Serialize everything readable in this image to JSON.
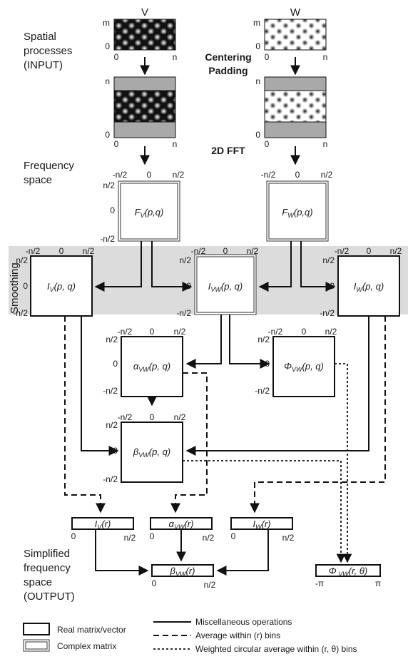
{
  "top": {
    "label_v": "V",
    "label_w": "W"
  },
  "sections": {
    "spatial_1": "Spatial",
    "spatial_2": "processes",
    "spatial_3": "(INPUT)",
    "frequency_1": "Frequency",
    "frequency_2": "space",
    "smoothing": "Smoothing",
    "simplified_1": "Simplified",
    "simplified_2": "frequency",
    "simplified_3": "space",
    "simplified_4": "(OUTPUT)"
  },
  "steps": {
    "centering": "Centering",
    "padding": "Padding",
    "fft": "2D FFT"
  },
  "axes": {
    "m": "m",
    "n": "n",
    "zero": "0",
    "neg_half": "-n/2",
    "pos_half": "n/2",
    "neg_pi": "-π",
    "pos_pi": "π"
  },
  "boxes": {
    "fv": {
      "main": "F",
      "sub": "V",
      "args": "(p,q)"
    },
    "fw": {
      "main": "F",
      "sub": "W",
      "args": "(p,q)"
    },
    "iv": {
      "main": "I",
      "sub": "V",
      "args": "(p, q)"
    },
    "ivw": {
      "main": "I",
      "sub": "VW",
      "args": "(p, q)"
    },
    "iw": {
      "main": "I",
      "sub": "W",
      "args": "(p, q)"
    },
    "alpha": {
      "main": "α",
      "sub": "VW",
      "args": "(p, q)"
    },
    "phi": {
      "main": "Φ",
      "sub": "VW",
      "args": "(p, q)"
    },
    "beta": {
      "main": "β",
      "sub": "VW",
      "args": "(p, q)"
    },
    "iv_r": {
      "main": "I",
      "sub": "V",
      "args": "(r)"
    },
    "alpha_r": {
      "main": "α",
      "sub": "VW",
      "args": "(r)"
    },
    "iw_r": {
      "main": "I",
      "sub": "W",
      "args": "(r)"
    },
    "beta_r": {
      "main": "β",
      "sub": "VW",
      "args": "(r)"
    },
    "phi_r": {
      "main": "Φ",
      "sub": " VW",
      "args": "(r, θ)"
    }
  },
  "legend": {
    "real": "Real matrix/vector",
    "complex": "Complex matrix",
    "misc": "Miscellaneous operations",
    "avg": "Average within (r) bins",
    "weighted": "Weighted circular average within (r, θ) bins"
  },
  "colors": {
    "smoothing_band": "#dcdcdc",
    "padding": "#a9a9a9",
    "pattern_dark": "#111111"
  }
}
